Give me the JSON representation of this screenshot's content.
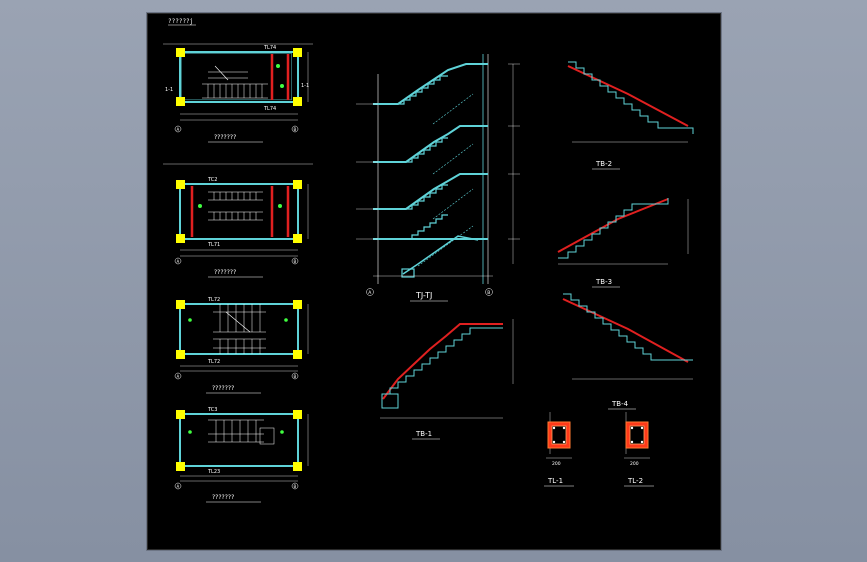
{
  "sheet": {
    "title": "??????j"
  },
  "colors": {
    "background": "#000000",
    "viewport": "#8b95a6",
    "frame": "#ffffff",
    "wall": "#5fd3d8",
    "column": "#ffff00",
    "beam": "#e02020",
    "annotation": "#ffffff",
    "rebar_label": "#40ff40"
  },
  "plans": {
    "plan1": {
      "caption": "???????",
      "mark_top": "TL74",
      "mark_bottom": "TL74",
      "left_tag": "1-1",
      "right_tag": "1-1"
    },
    "plan2": {
      "caption": "???????",
      "mark_top": "TC2",
      "mark_bottom": "TL71"
    },
    "plan3": {
      "caption": "???????",
      "mark_top": "TL72",
      "mark_bottom": "TL72"
    },
    "plan4": {
      "caption": "???????",
      "mark_top": "TC3",
      "mark_bottom": "TL23"
    },
    "axis_a": "A",
    "axis_b": "B"
  },
  "section": {
    "caption": "TJ-TJ",
    "axis_a": "A",
    "axis_b": "B"
  },
  "details": {
    "tb1": "TB-1",
    "tb2": "TB-2",
    "tb3": "TB-3",
    "tb4": "TB-4",
    "tl1": "TL-1",
    "tl2": "TL-2",
    "tl_dim": "200"
  }
}
